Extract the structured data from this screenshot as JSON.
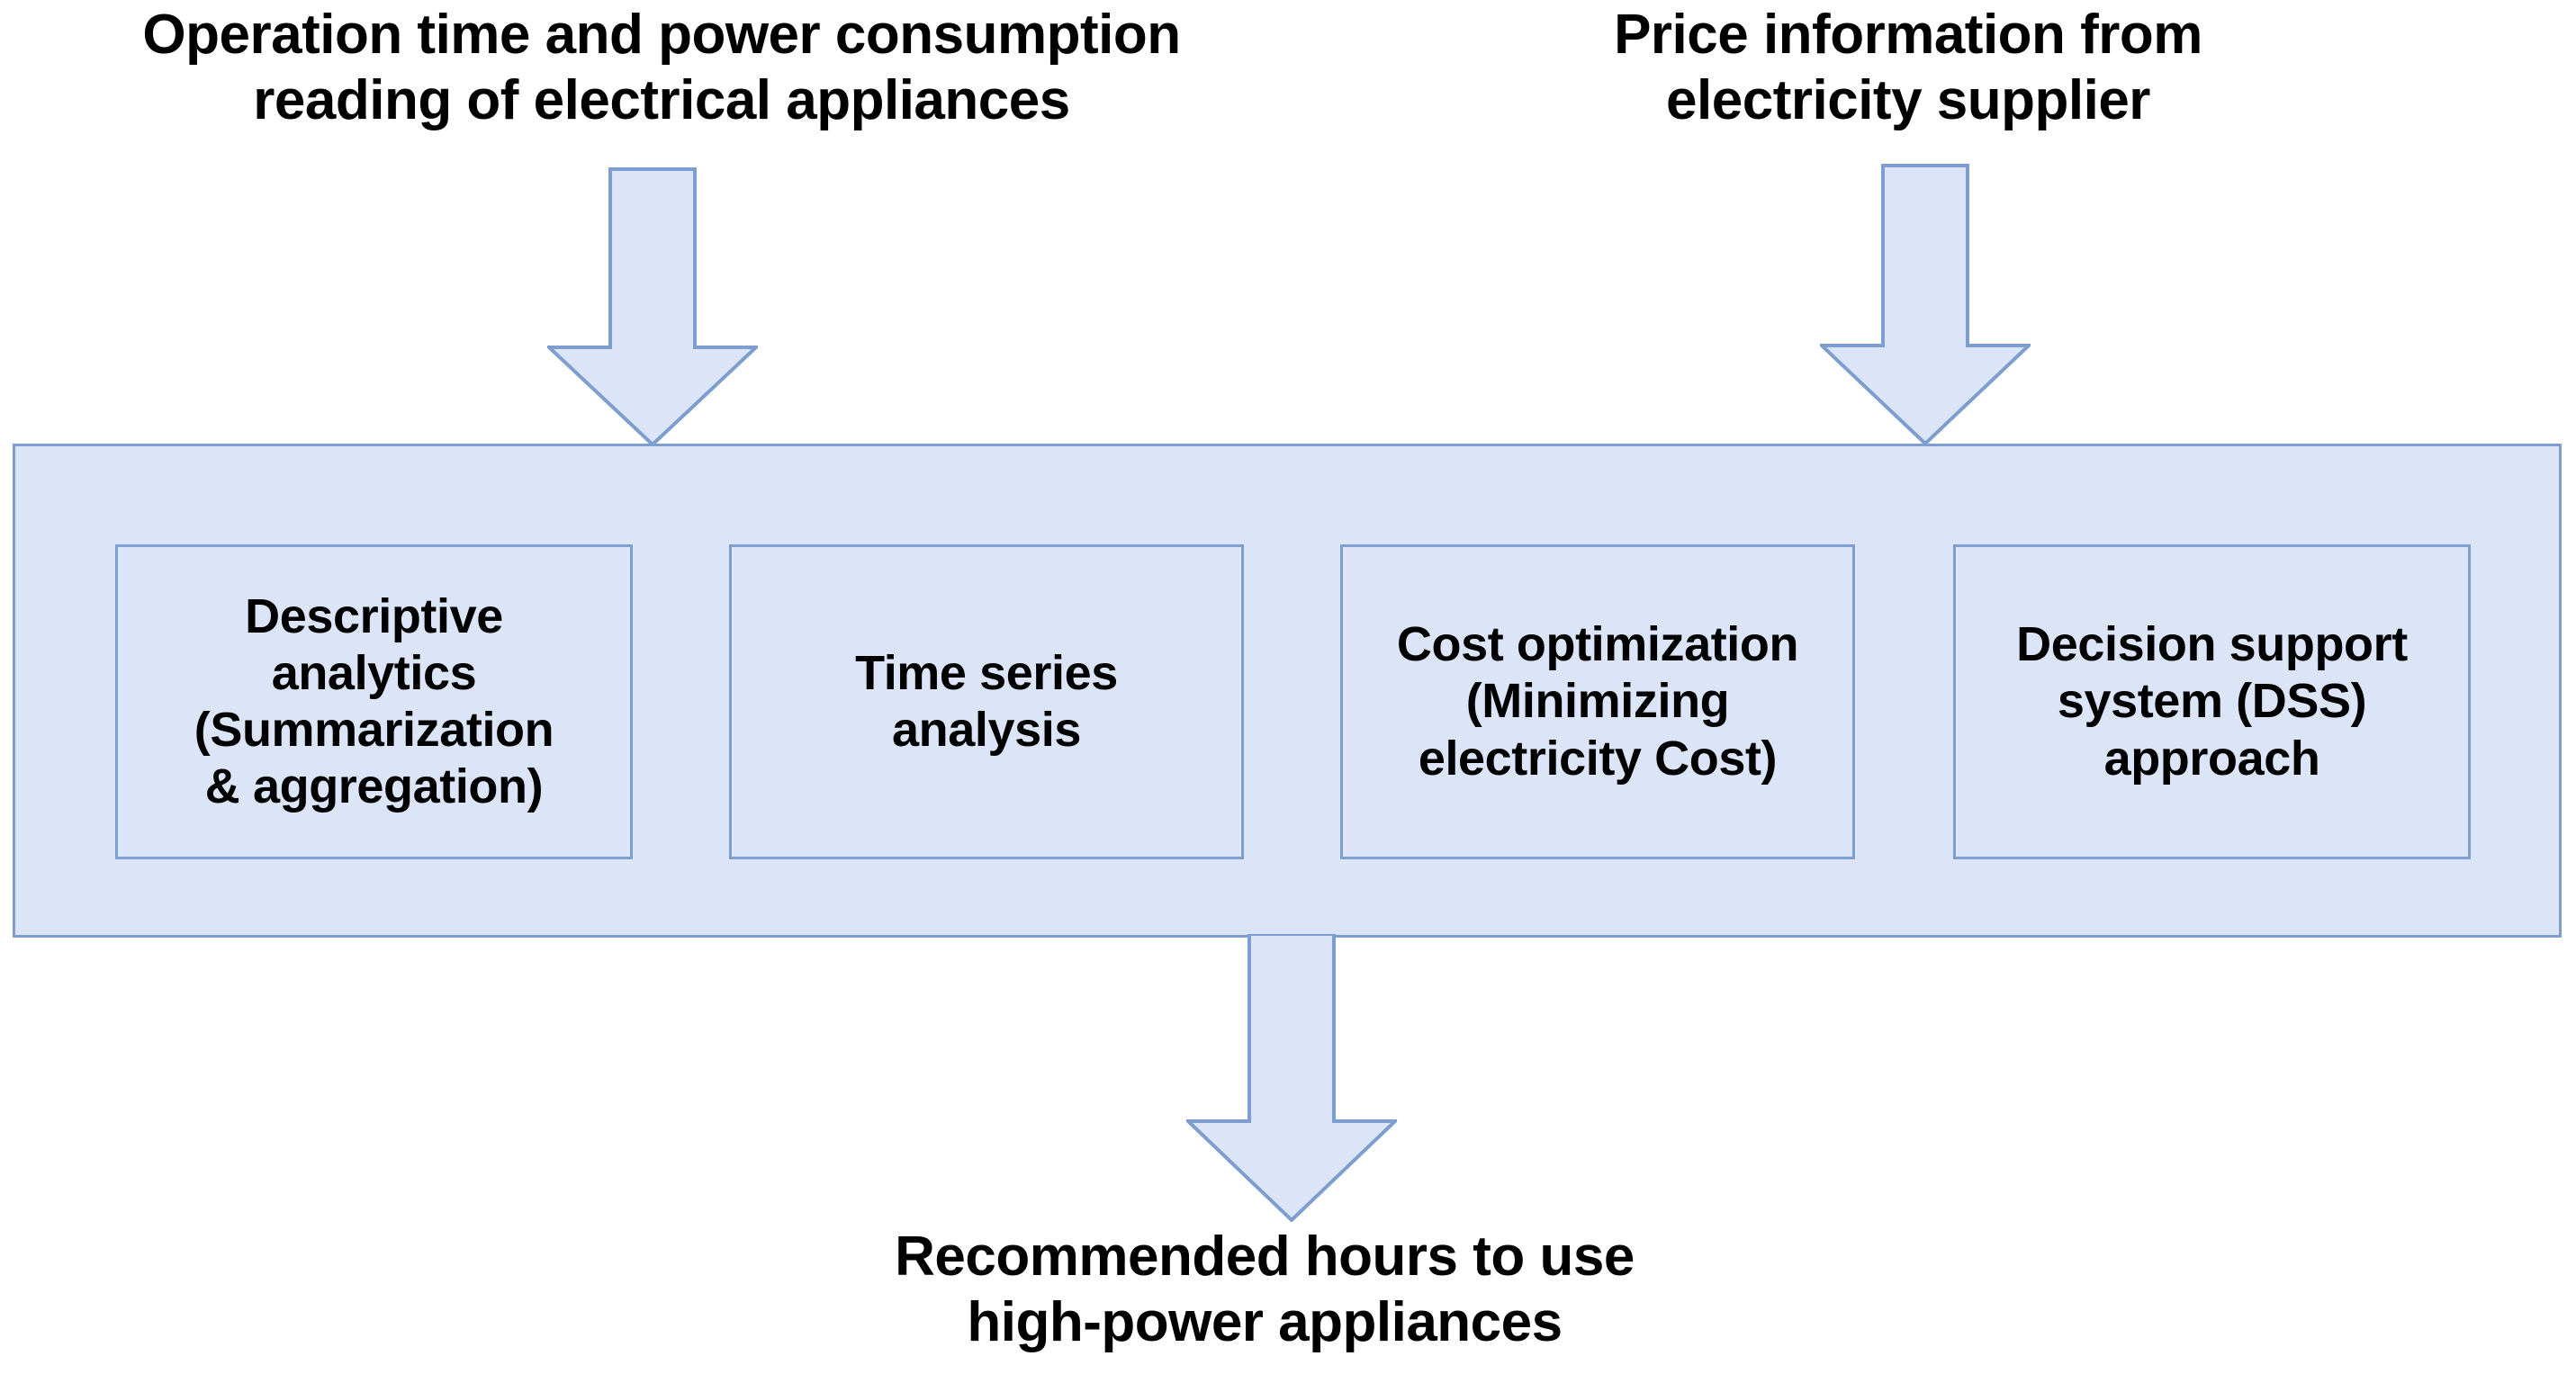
{
  "diagram": {
    "title_inputs": [
      {
        "id": "appliance-data",
        "text": "Operation time and power consumption\nreading of electrical appliances"
      },
      {
        "id": "price-data",
        "text": "Price information from\nelectricity supplier"
      }
    ],
    "pipeline": {
      "stages": [
        {
          "id": "descriptive-analytics",
          "label": "Descriptive\nanalytics\n(Summarization\n& aggregation)"
        },
        {
          "id": "time-series-analysis",
          "label": "Time series\nanalysis"
        },
        {
          "id": "cost-optimization",
          "label": "Cost optimization\n(Minimizing\nelectricity Cost)"
        },
        {
          "id": "decision-support-system",
          "label": "Decision support\nsystem (DSS)\napproach"
        }
      ]
    },
    "output": {
      "id": "recommended-hours",
      "text": "Recommended hours to use\nhigh-power appliances"
    },
    "arrows": [
      {
        "id": "arrow-appliance-data",
        "direction": "down",
        "icon": "down-arrow-icon"
      },
      {
        "id": "arrow-price-data",
        "direction": "down",
        "icon": "down-arrow-icon"
      },
      {
        "id": "arrow-output",
        "direction": "down",
        "icon": "down-arrow-icon"
      }
    ],
    "colors": {
      "fill": "#dbe5f7",
      "border": "#7e9ed0",
      "text": "#000000",
      "background": "#ffffff"
    }
  }
}
